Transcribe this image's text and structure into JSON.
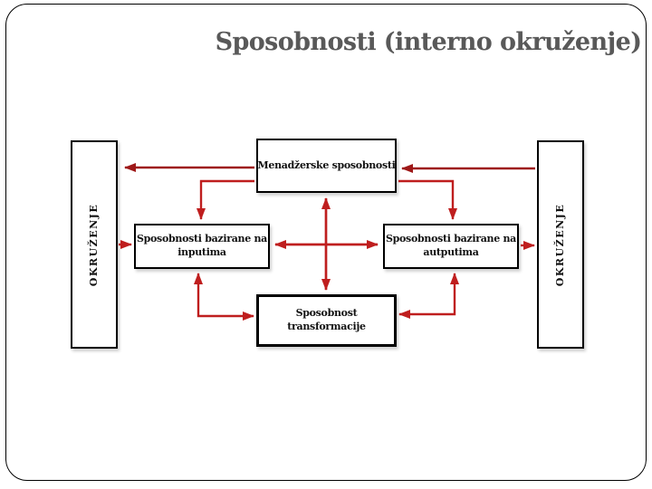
{
  "slide": {
    "title": "Sposobnosti (interno okruženje)"
  },
  "diagram": {
    "env_left_label": "OKRUŽENJE",
    "env_right_label": "OKRUŽENJE",
    "boxes": {
      "managerial": {
        "lines": [
          "Menadžerske sposobnosti"
        ]
      },
      "input_based": {
        "lines": [
          "Sposobnosti bazirane na",
          "inputima"
        ]
      },
      "output_based": {
        "lines": [
          "Sposobnosti bazirane na",
          "autputima"
        ]
      },
      "transformation": {
        "lines": [
          "Sposobnost",
          "transformacije"
        ]
      }
    }
  },
  "colors": {
    "background": "#ffffff",
    "title_text": "#595959",
    "box_border": "#000000",
    "box_text": "#111111",
    "arrow_red": "#bf1e1e",
    "arrow_dark_red": "#9e1818"
  }
}
